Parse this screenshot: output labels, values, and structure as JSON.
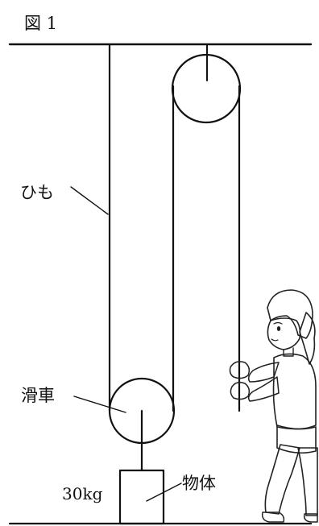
{
  "figure": {
    "title": "図 1",
    "labels": {
      "rope": "ひも",
      "pulley": "滑車",
      "object": "物体",
      "mass": "30kg"
    }
  }
}
